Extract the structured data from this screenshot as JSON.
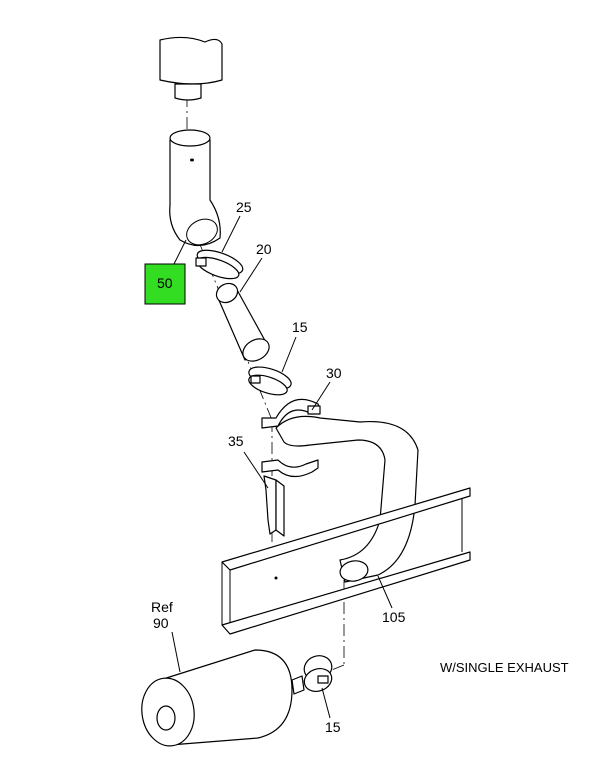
{
  "callouts": {
    "c25": "25",
    "c20": "20",
    "c50": "50",
    "c15_top": "15",
    "c30": "30",
    "c35": "35",
    "c105": "105",
    "ref_label": "Ref",
    "ref_number": "90",
    "c15_bottom": "15"
  },
  "note": "W/SINGLE EXHAUST",
  "highlighted_callout": "50",
  "colors": {
    "highlight": "#33dd22",
    "line": "#000000",
    "background": "#ffffff"
  }
}
